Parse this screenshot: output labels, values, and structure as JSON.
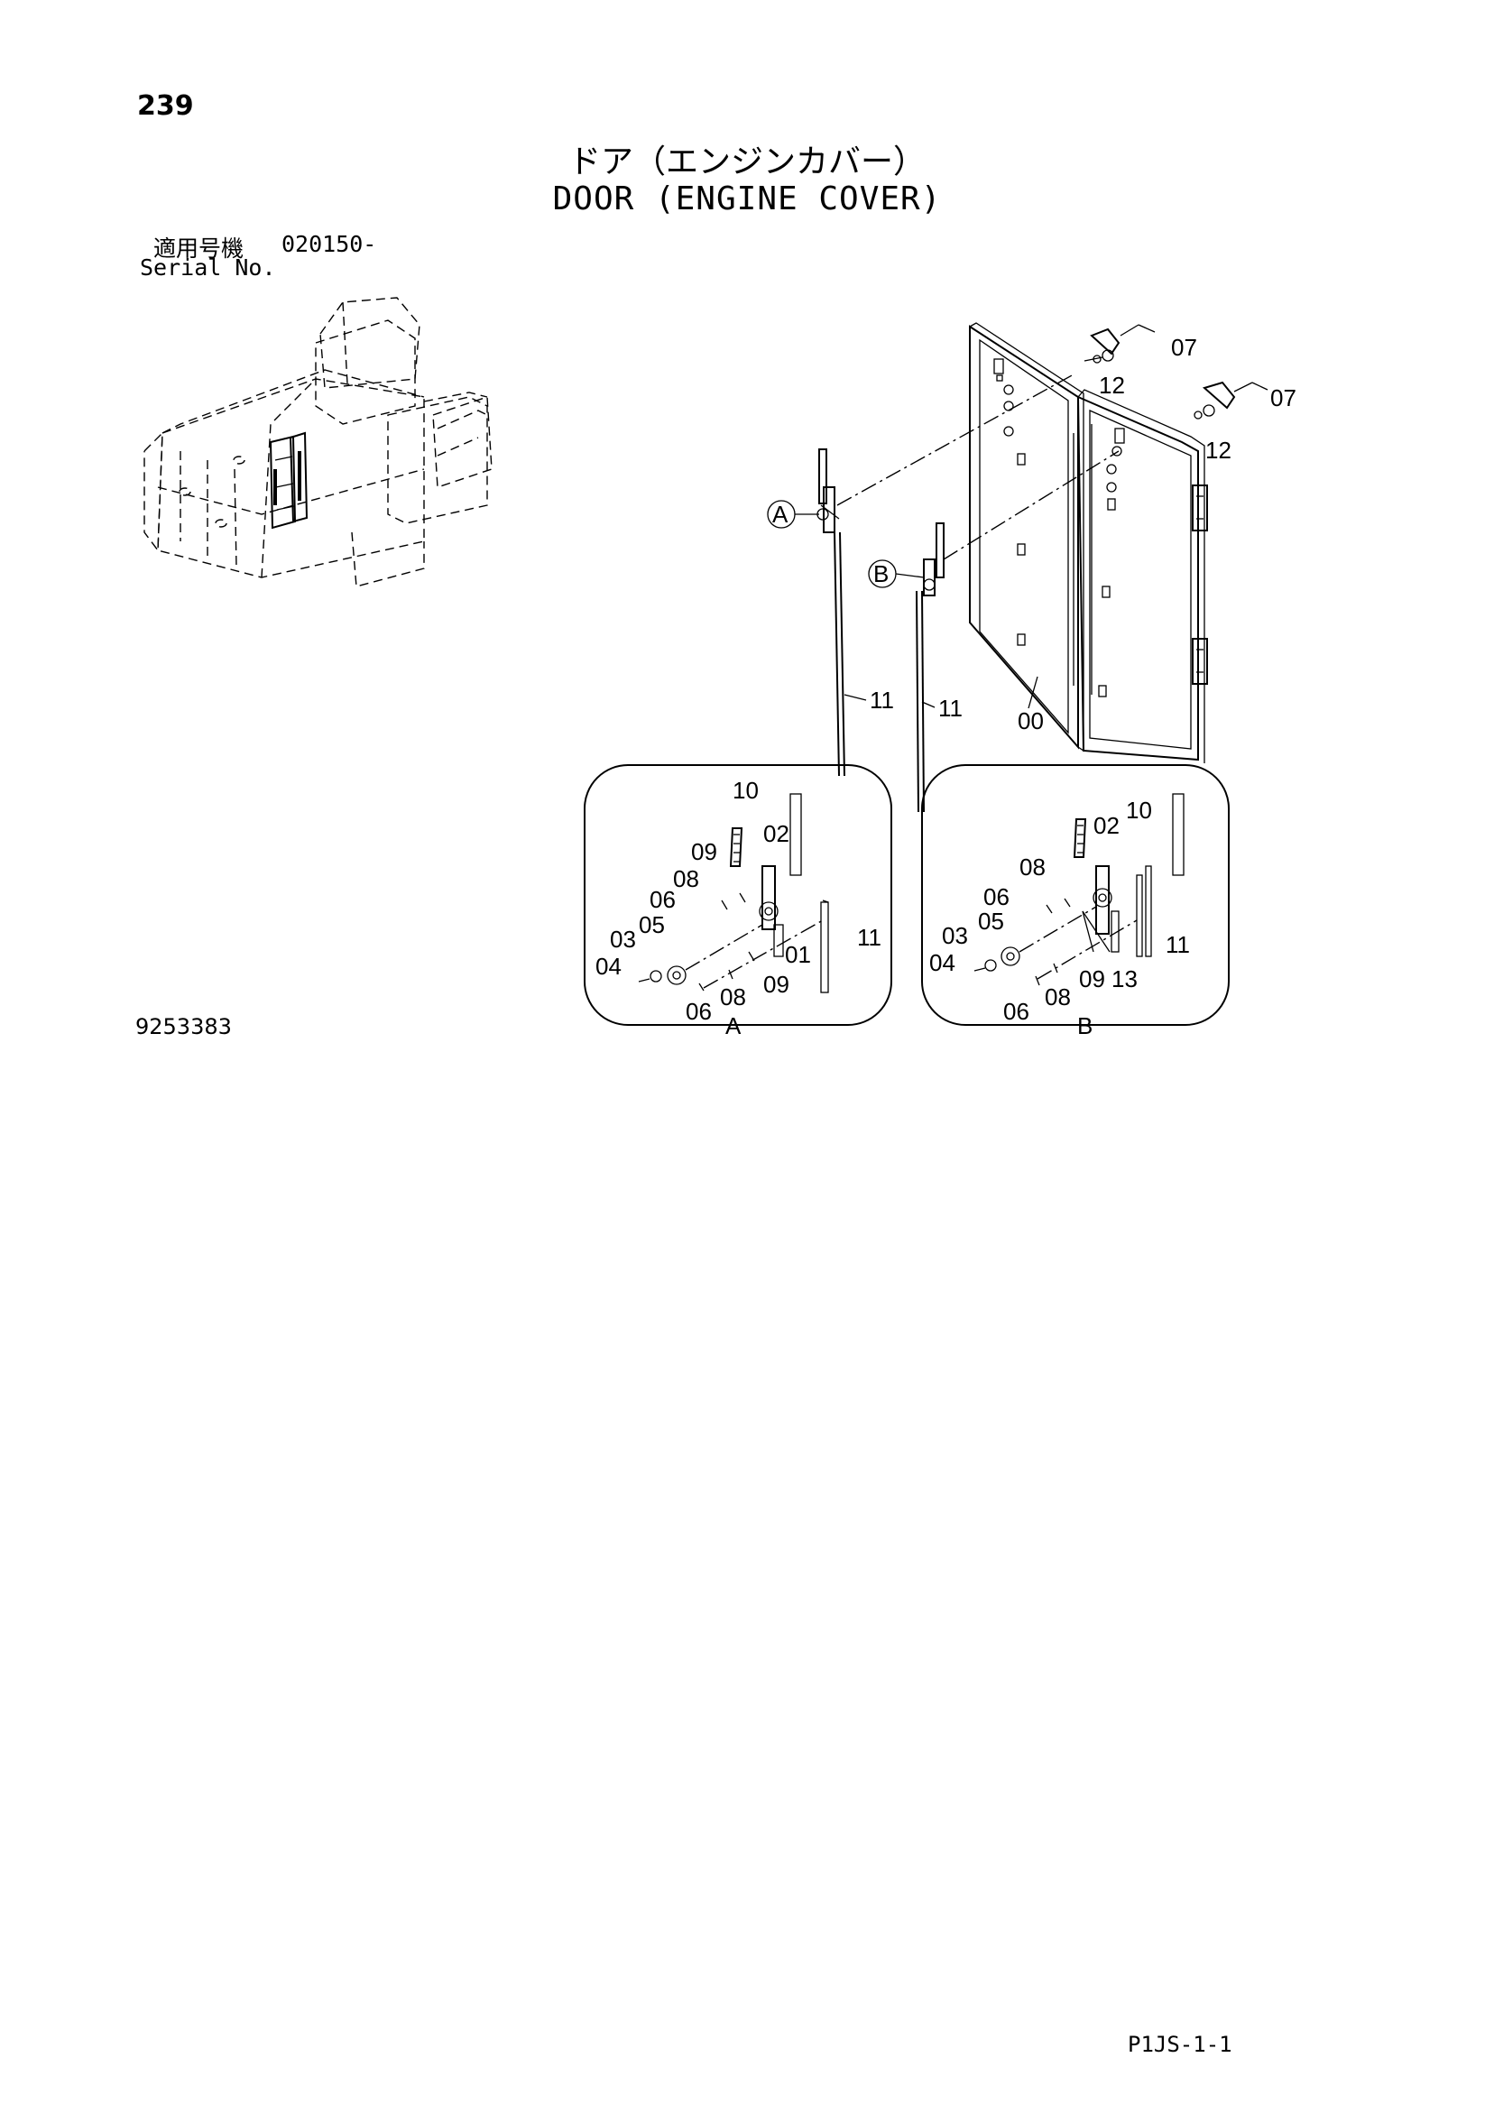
{
  "header": {
    "page_number": "239",
    "title_jp": "ドア（エンジンカバー）",
    "title_en": "DOOR (ENGINE COVER)"
  },
  "serial": {
    "label_jp": "適用号機",
    "value": "020150-",
    "label_en": "Serial No."
  },
  "callouts": {
    "a_marker": "A",
    "b_marker": "B",
    "main": {
      "c07a": "07",
      "c12a": "12",
      "c07b": "07",
      "c12b": "12",
      "c11a": "11",
      "c11b": "11",
      "c00": "00"
    },
    "detail_a": {
      "caption": "A",
      "c10": "10",
      "c02": "02",
      "c09a": "09",
      "c08a": "08",
      "c06a": "06",
      "c05": "05",
      "c03": "03",
      "c04": "04",
      "c01": "01",
      "c09b": "09",
      "c11": "11",
      "c08b": "08",
      "c06b": "06"
    },
    "detail_b": {
      "caption": "B",
      "c02": "02",
      "c10": "10",
      "c08a": "08",
      "c06a": "06",
      "c03": "03",
      "c05": "05",
      "c04": "04",
      "c09": "09",
      "c13": "13",
      "c11": "11",
      "c06b": "06",
      "c08b": "08"
    }
  },
  "footer": {
    "drawing_number": "9253383",
    "page_code": "P1JS-1-1"
  }
}
